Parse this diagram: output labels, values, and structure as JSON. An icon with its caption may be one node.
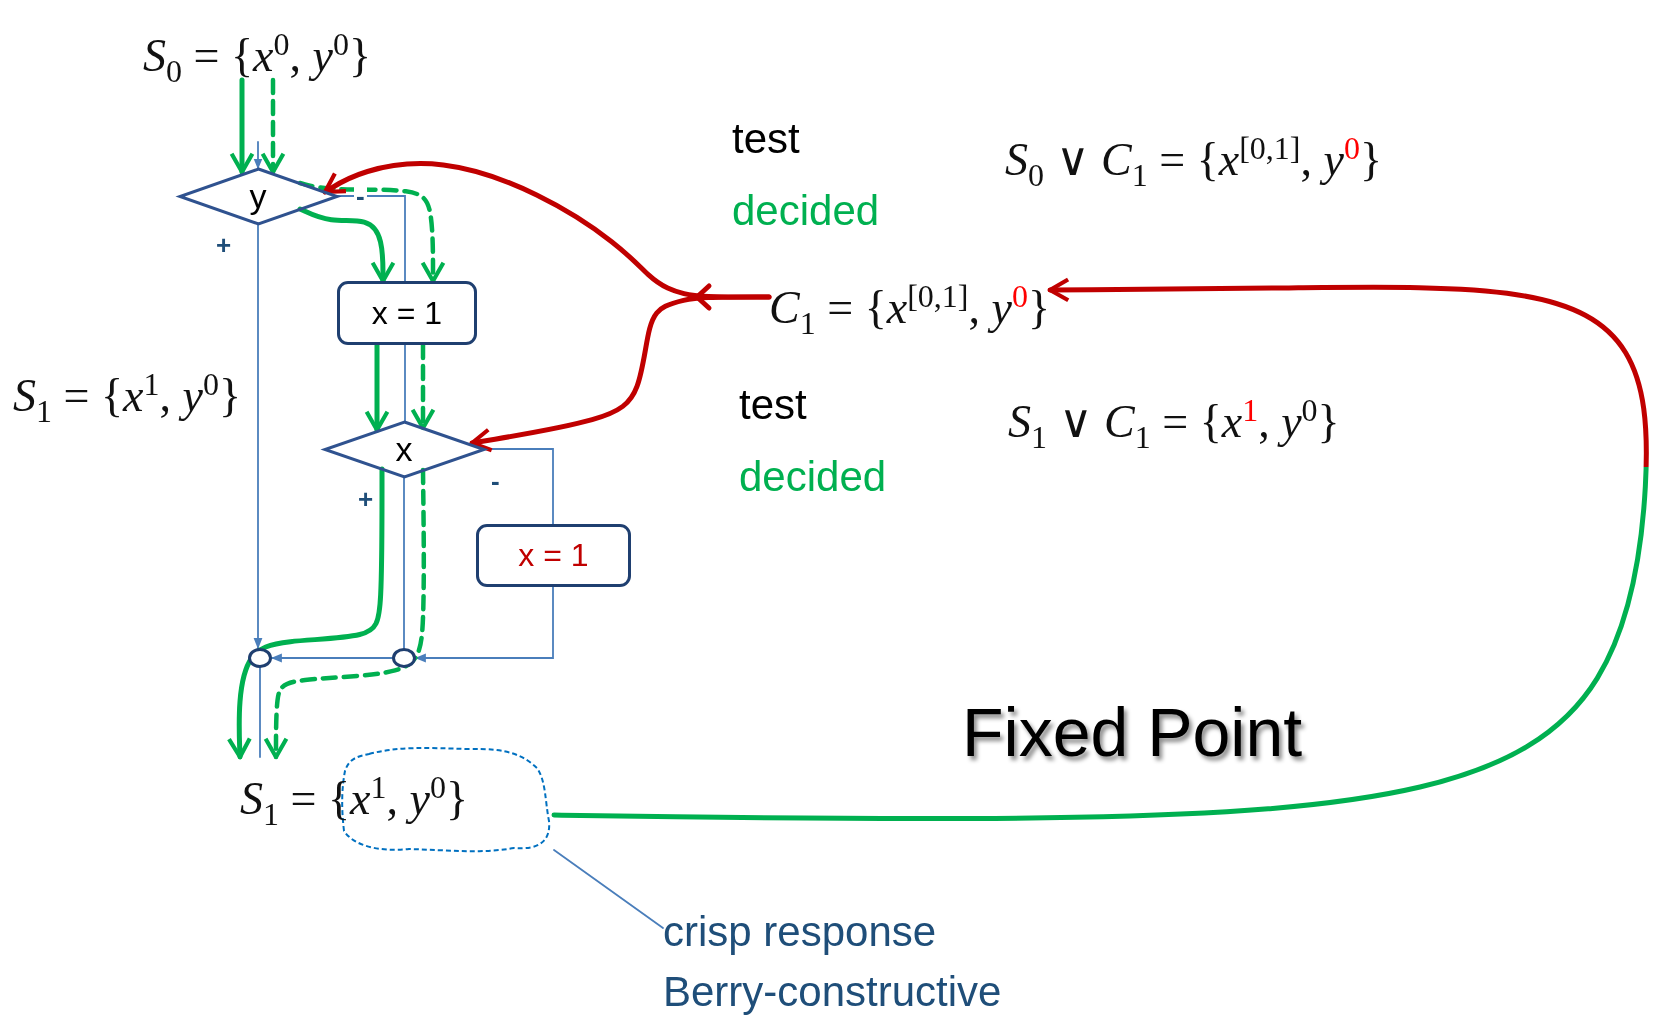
{
  "diagram": {
    "nodes": [
      {
        "text": [
          "*S*$_{0}$ = {*x*$^{0}$, *y*$^{0}$}"
        ]
      },
      {
        "text": [
          "y"
        ]
      },
      {
        "text": [
          "x = 1"
        ]
      },
      {
        "text": [
          "*C*$_{1}$ = {*x*$^{[0,1]}$, *y*$^{0}$}"
        ]
      },
      {
        "text": [
          "x"
        ]
      },
      {
        "text": [
          "x = 1"
        ]
      },
      {
        "text": [],
        "shape": "circle"
      },
      {
        "text": [],
        "shape": "circle"
      },
      {
        "text": [
          "*S*$_{1}$ = {*x*$^{1}$, *y*$^{0}$}"
        ]
      },
      {
        "text": [],
        "shape": "cloud"
      },
      {
        "text": [
          "crisp response",
          "Berry-constructive"
        ]
      }
    ],
    "edges": [
      {
        "from": null,
        "to": 1,
        "arrow": "to"
      },
      {
        "from": 1,
        "to": 6,
        "arrow": "to",
        "label": "+"
      },
      {
        "from": 1,
        "to": 2,
        "arrow": "none",
        "label": "-"
      },
      {
        "from": 2,
        "to": 4,
        "arrow": "none"
      },
      {
        "from": 4,
        "to": 7,
        "arrow": "none",
        "label": "+"
      },
      {
        "from": 4,
        "to": 5,
        "arrow": "none",
        "label": "-"
      },
      {
        "from": 5,
        "to": 7,
        "arrow": "to"
      },
      {
        "from": 7,
        "to": 6,
        "arrow": "to"
      },
      {
        "from": 6,
        "to": 8,
        "arrow": "none"
      },
      {
        "from": 0,
        "to": 1,
        "arrow": "to",
        "style": "thick",
        "color": "#00b050"
      },
      {
        "from": 0,
        "to": 1,
        "arrow": "to",
        "style": "dashed",
        "color": "#00b050"
      },
      {
        "from": 1,
        "to": 2,
        "arrow": "to",
        "style": "thick",
        "color": "#00b050"
      },
      {
        "from": 1,
        "to": 2,
        "arrow": "to",
        "style": "dashed",
        "color": "#00b050"
      },
      {
        "from": 2,
        "to": 4,
        "arrow": "to",
        "style": "thick",
        "color": "#00b050"
      },
      {
        "from": 2,
        "to": 4,
        "arrow": "to",
        "style": "dashed",
        "color": "#00b050"
      },
      {
        "from": 4,
        "to": 8,
        "arrow": "to",
        "style": "thick",
        "color": "#00b050"
      },
      {
        "from": 4,
        "to": 8,
        "arrow": "to",
        "style": "dashed",
        "color": "#00b050"
      },
      {
        "from": 3,
        "to": 1,
        "arrow": "to",
        "style": "thick",
        "color": "#c00000"
      },
      {
        "from": 3,
        "to": 4,
        "arrow": "to",
        "style": "thick",
        "color": "#c00000"
      },
      {
        "from": 9,
        "to": 3,
        "arrow": "to",
        "style": "thick",
        "color": "#00b050"
      },
      {
        "from": 10,
        "to": 9,
        "arrow": "none"
      }
    ],
    "labels": [
      "test",
      "*S*$_{0}$ ∨ *C*$_{1}$ = {*x*$^{[0,1]}$, *y*$^{0}$}",
      "decided",
      "*S*$_{1}$ = {*x*$^{1}$, *y*$^{0}$}",
      "test",
      "*S*$_{1}$ ∨ *C*$_{1}$ = {*x*$^{1}$, *y*$^{0}$}",
      "decided",
      "Fixed Point"
    ]
  }
}
